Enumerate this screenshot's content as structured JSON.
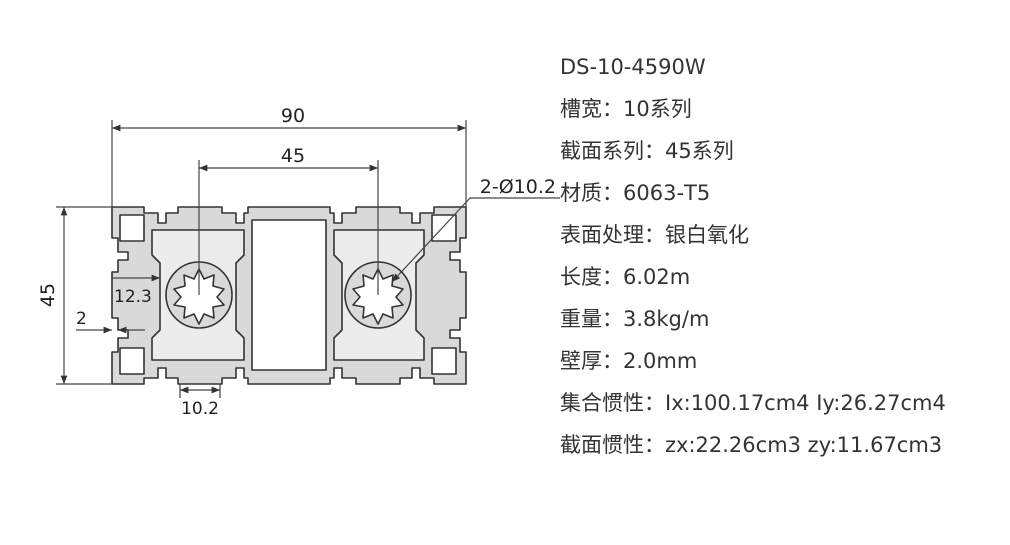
{
  "drawing": {
    "dimensions": {
      "overall_width": "90",
      "inner_width": "45",
      "height": "45",
      "hole_label": "2-Ø10.2",
      "rib": "12.3",
      "wall": "2",
      "slot": "10.2"
    },
    "colors": {
      "profile_fill": "#d9d9d9",
      "outline": "#333333",
      "dim_line": "#444444"
    }
  },
  "specs": [
    "DS-10-4590W",
    "槽宽：10系列",
    "截面系列：45系列",
    "材质：6063-T5",
    "表面处理：银白氧化",
    "长度：6.02m",
    "重量：3.8kg/m",
    "壁厚：2.0mm",
    "集合惯性：Ix:100.17cm4 Iy:26.27cm4",
    "截面惯性：zx:22.26cm3 zy:11.67cm3"
  ]
}
